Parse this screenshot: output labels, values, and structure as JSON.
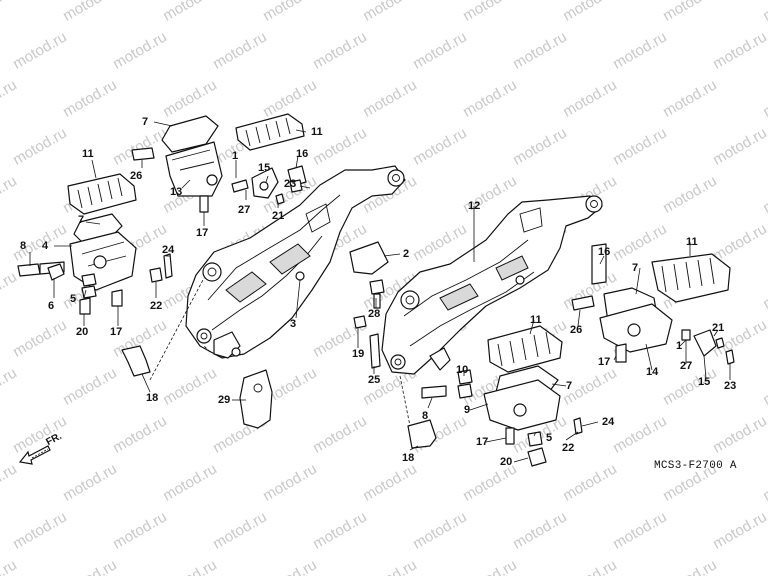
{
  "watermark": {
    "text": "motod.ru",
    "color": "#c9c9c9"
  },
  "diagram_code": "MCS3-F2700",
  "diagram_code_suffix": "A",
  "direction_label": "FR.",
  "callouts": [
    "7",
    "11",
    "1",
    "16",
    "15",
    "23",
    "26",
    "13",
    "27",
    "21",
    "17",
    "11",
    "7",
    "24",
    "8",
    "4",
    "6",
    "5",
    "22",
    "20",
    "17",
    "2",
    "3",
    "28",
    "18",
    "29",
    "19",
    "25",
    "12",
    "16",
    "11",
    "7",
    "26",
    "21",
    "1",
    "17",
    "14",
    "27",
    "15",
    "23",
    "11",
    "10",
    "7",
    "8",
    "9",
    "24",
    "17",
    "5",
    "22",
    "20",
    "18"
  ]
}
